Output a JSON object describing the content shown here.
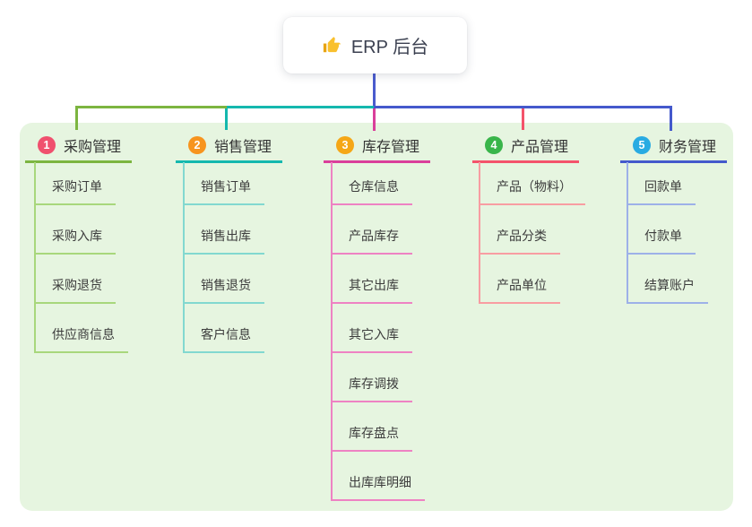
{
  "root": {
    "title": "ERP 后台",
    "icon": "thumbs-up-icon",
    "icon_color": "#f9c02e",
    "connector_color": "#4a5bce"
  },
  "canvas": {
    "panel_background": "#e6f5e0",
    "page_background": "#ffffff"
  },
  "branches": [
    {
      "badge": "1",
      "label": "采购管理",
      "badge_color": "#f0506e",
      "line_color": "#7cb540",
      "light_color": "#a8d77c",
      "items": [
        "采购订单",
        "采购入库",
        "采购退货",
        "供应商信息"
      ]
    },
    {
      "badge": "2",
      "label": "销售管理",
      "badge_color": "#f7941e",
      "line_color": "#14b8ae",
      "light_color": "#82d8d0",
      "items": [
        "销售订单",
        "销售出库",
        "销售退货",
        "客户信息"
      ]
    },
    {
      "badge": "3",
      "label": "库存管理",
      "badge_color": "#f5a716",
      "line_color": "#da3f9b",
      "light_color": "#ee82c3",
      "items": [
        "仓库信息",
        "产品库存",
        "其它出库",
        "其它入库",
        "库存调拨",
        "库存盘点",
        "出库库明细"
      ]
    },
    {
      "badge": "4",
      "label": "产品管理",
      "badge_color": "#39b54a",
      "line_color": "#f4536b",
      "light_color": "#f89da2",
      "items": [
        "产品（物料）",
        "产品分类",
        "产品单位"
      ]
    },
    {
      "badge": "5",
      "label": "财务管理",
      "badge_color": "#29abe2",
      "line_color": "#4459cc",
      "light_color": "#9db1e8",
      "items": [
        "回款单",
        "付款单",
        "结算账户"
      ]
    }
  ]
}
